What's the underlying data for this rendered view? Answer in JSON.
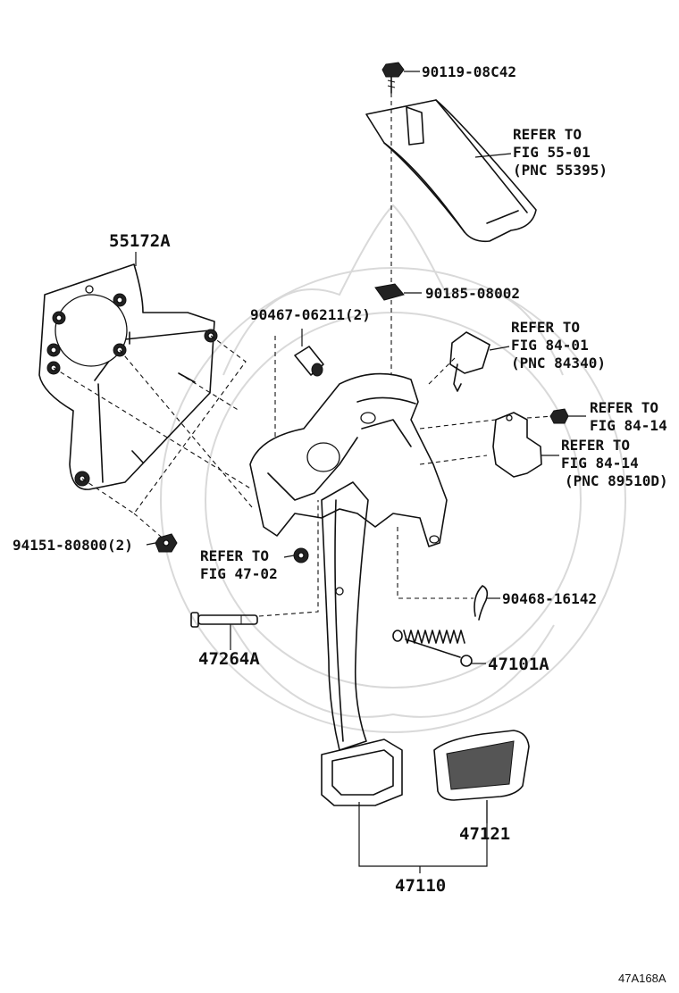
{
  "diagram": {
    "labels": {
      "bolt_top": "90119-08C42",
      "refer_55": [
        "REFER TO",
        "FIG 55-01",
        "(PNC 55395)"
      ],
      "bracket": "55172A",
      "nut_plate": "90185-08002",
      "bushing": "90467-06211(2)",
      "refer_84_01": [
        "REFER TO",
        "FIG 84-01",
        "(PNC 84340)"
      ],
      "refer_84_14_a": [
        "REFER TO",
        "FIG 84-14"
      ],
      "refer_84_14_b": [
        "REFER TO",
        "FIG 84-14",
        "(PNC 89510D)"
      ],
      "nut_left": "94151-80800(2)",
      "refer_47_02": [
        "REFER TO",
        "FIG 47-02"
      ],
      "clip": "90468-16142",
      "pin": "47264A",
      "spring": "47101A",
      "pad": "47121",
      "pedal_assy": "47110"
    },
    "figure_code": "47A168A"
  }
}
